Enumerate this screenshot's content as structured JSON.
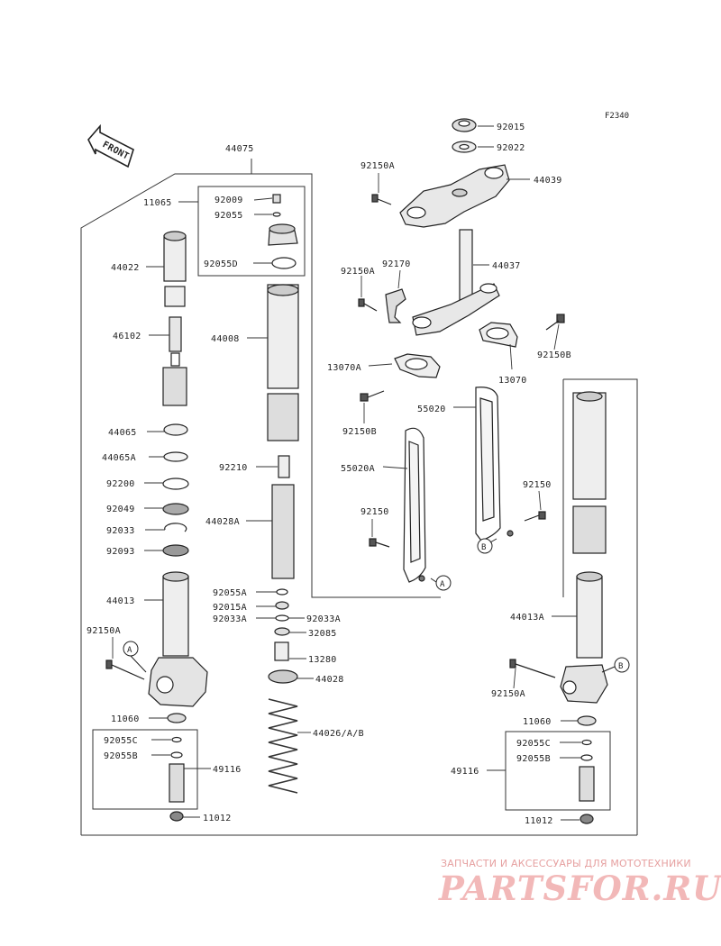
{
  "diagram_code": "F2340",
  "front_label": "FRONT",
  "assembly": "44075",
  "callouts": [
    "A",
    "B"
  ],
  "parts": {
    "p92015": "92015",
    "p92022": "92022",
    "p44039": "44039",
    "p92150a_top": "92150A",
    "p44037": "44037",
    "p92170": "92170",
    "p92150a_mid": "92150A",
    "p92150b_r": "92150B",
    "p13070": "13070",
    "p13070a": "13070A",
    "p92150b_l": "92150B",
    "p55020": "55020",
    "p55020a": "55020A",
    "p92150_l": "92150",
    "p92150_r": "92150",
    "p11065": "11065",
    "p92009": "92009",
    "p92055": "92055",
    "p92055d": "92055D",
    "p44022": "44022",
    "p44008": "44008",
    "p46102": "46102",
    "p44065": "44065",
    "p44065a": "44065A",
    "p92200": "92200",
    "p92049": "92049",
    "p92033": "92033",
    "p92093": "92093",
    "p92210": "92210",
    "p44028a": "44028A",
    "p44013": "44013",
    "p92055a": "92055A",
    "p92015a": "92015A",
    "p92033a_l": "92033A",
    "p92033a_r": "92033A",
    "p32085": "32085",
    "p13280": "13280",
    "p44028": "44028",
    "p92150a_lf": "92150A",
    "p44026": "44026/A/B",
    "p11060_l": "11060",
    "p92055c_l": "92055C",
    "p92055b_l": "92055B",
    "p49116_l": "49116",
    "p11012_l": "11012",
    "p44013a": "44013A",
    "p92150a_rf": "92150A",
    "p11060_r": "11060",
    "p92055c_r": "92055C",
    "p92055b_r": "92055B",
    "p49116_r": "49116",
    "p11012_r": "11012"
  },
  "watermark": {
    "tagline": "ЗАПЧАСТИ И АКСЕССУАРЫ ДЛЯ МОТОТЕХНИКИ",
    "logo": "PARTSFOR.RU"
  }
}
